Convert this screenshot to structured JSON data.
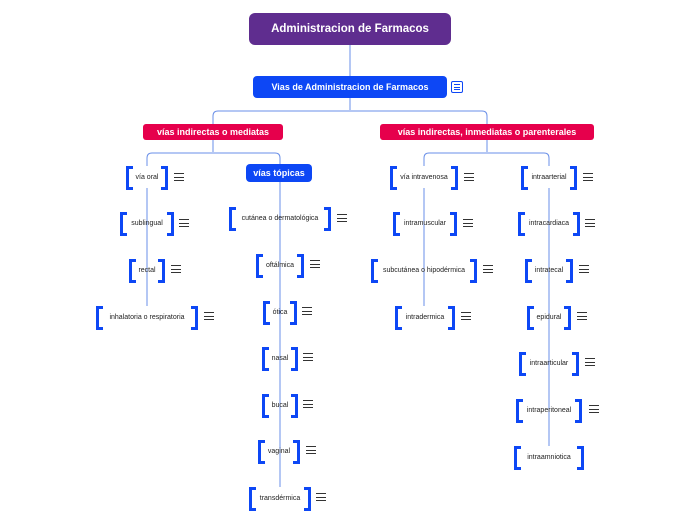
{
  "root": "Administracion de Farmacos",
  "main": "Vias de Administracion de Farmacos",
  "left_branch": "vías indirectas o mediatas",
  "right_branch": "vías indirectas, inmediatas o parenterales",
  "topicas": "vías tópicas",
  "left_leaves": [
    "vía oral",
    "sublingual",
    "rectal",
    "inhalatoria o respiratoria"
  ],
  "topicas_leaves": [
    "cutánea o dermatológica",
    "oftálmica",
    "ótica",
    "nasal",
    "bucal",
    "vaginal",
    "transdérmica"
  ],
  "right_a_leaves": [
    "vía intravenosa",
    "intramuscular",
    "subcutánea o hipodérmica",
    "intradermica"
  ],
  "right_b_leaves": [
    "intraarterial",
    "intracardiaca",
    "intratecal",
    "epidural",
    "intraarticular",
    "intraperitoneal",
    "intraamniotica"
  ],
  "colors": {
    "root": "#5f2d8f",
    "main": "#0d47f5",
    "branch": "#e6004c",
    "line": "#6a8fe8"
  },
  "icons": {
    "notes": "menu-icon"
  }
}
